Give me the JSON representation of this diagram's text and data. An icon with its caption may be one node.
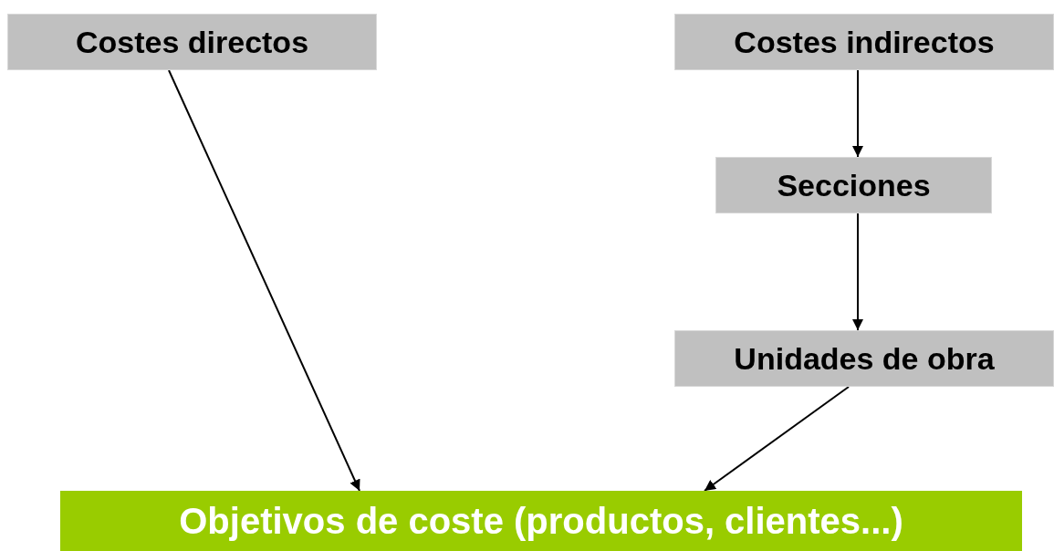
{
  "diagram": {
    "nodes": [
      {
        "text": [
          "Costes directos"
        ]
      },
      {
        "text": [
          "Costes indirectos"
        ]
      },
      {
        "text": [
          "Secciones"
        ]
      },
      {
        "text": [
          "Unidades de obra"
        ]
      },
      {
        "text": [
          "Objetivos de coste (productos, clientes...)"
        ]
      }
    ],
    "edges": [
      {
        "from": 0,
        "to": 4,
        "arrow": "to"
      },
      {
        "from": 1,
        "to": 2,
        "arrow": "to"
      },
      {
        "from": 2,
        "to": 3,
        "arrow": "to"
      },
      {
        "from": 3,
        "to": 4,
        "arrow": "to"
      }
    ]
  }
}
